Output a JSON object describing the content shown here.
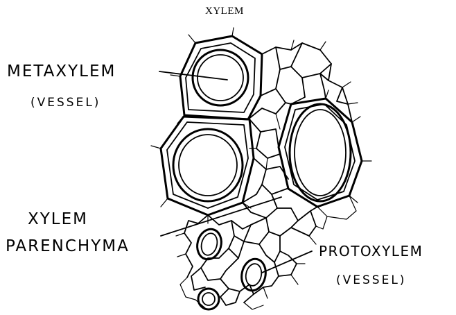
{
  "diagram": {
    "title": "XYLEM",
    "labels": {
      "metaxylem": "METAXYLEM",
      "metaxylem_sub": "(VESSEL)",
      "parenchyma_line1": "XYLEM",
      "parenchyma_line2": "PARENCHYMA",
      "protoxylem": "PROTOXYLEM",
      "protoxylem_sub": "(VESSEL)"
    }
  }
}
